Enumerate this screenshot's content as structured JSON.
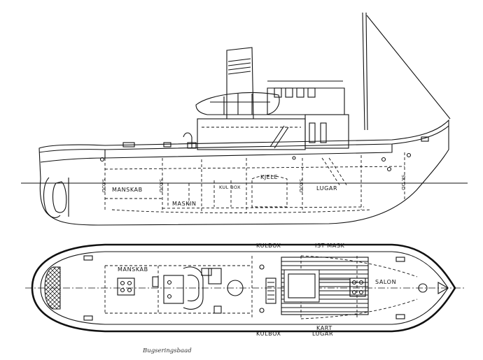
{
  "elevation": {
    "labels": {
      "manskab": "MANSKAB",
      "maskin": "MASKIN",
      "kjele": "KJELE",
      "lugar": "LUGAR",
      "kulbox": "KUL BOX",
      "skod1": "SKOD",
      "skod2": "SKOD",
      "skod3": "SKOD",
      "skod4": "SK'OD"
    }
  },
  "plan": {
    "labels": {
      "manskab": "MANSKAB",
      "kulbox_top": "KULBOX",
      "ist_mask": "IST MASK",
      "salon": "SALON",
      "kulbox_bottom": "KULBOX",
      "kart": "KART",
      "lugar": "LUGAR"
    }
  },
  "caption": "Bugseringsbaad"
}
